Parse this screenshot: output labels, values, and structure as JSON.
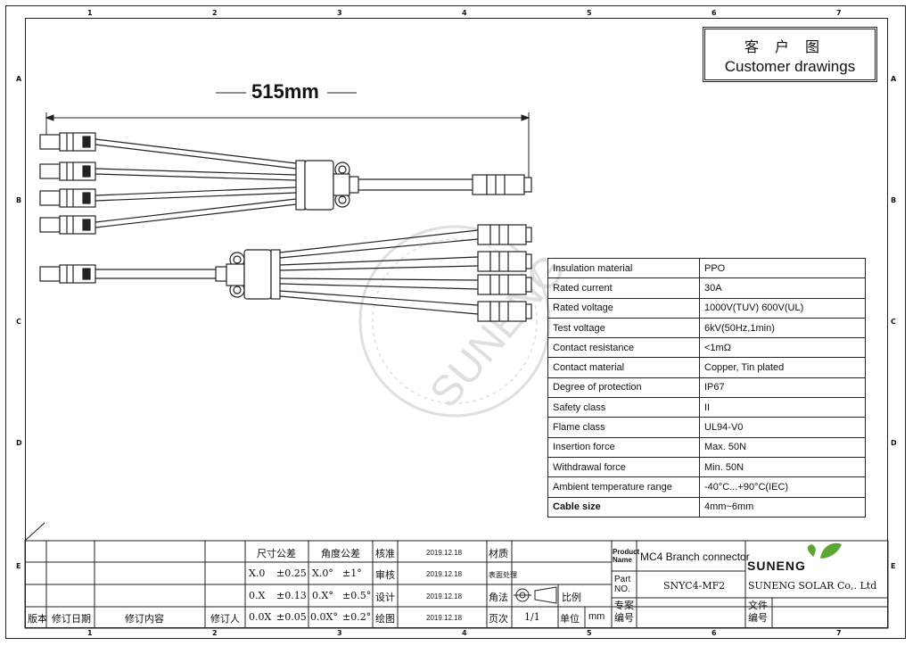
{
  "zones": {
    "columns": [
      "1",
      "2",
      "3",
      "4",
      "5",
      "6",
      "7"
    ],
    "rows": [
      "A",
      "B",
      "C",
      "D",
      "E"
    ]
  },
  "title_block": {
    "chinese": "客户图",
    "english": "Customer drawings"
  },
  "dimension": {
    "length": "515mm"
  },
  "watermark": "SUNENG",
  "specs": [
    {
      "label": "Insulation material",
      "value": "PPO"
    },
    {
      "label": "Rated current",
      "value": "30A"
    },
    {
      "label": "Rated voltage",
      "value": "1000V(TUV) 600V(UL)"
    },
    {
      "label": "Test voltage",
      "value": "6kV(50Hz,1min)"
    },
    {
      "label": "Contact resistance",
      "value": "<1mΩ"
    },
    {
      "label": "Contact material",
      "value": "Copper, Tin plated"
    },
    {
      "label": "Degree of protection",
      "value": "IP67"
    },
    {
      "label": "Safety class",
      "value": "II"
    },
    {
      "label": "Flame class",
      "value": "UL94-V0"
    },
    {
      "label": "Insertion force",
      "value": "Max. 50N"
    },
    {
      "label": "Withdrawal force",
      "value": "Min. 50N"
    },
    {
      "label": "Ambient temperature range",
      "value": "-40°C...+90°C(IEC)"
    },
    {
      "label": "Cable size",
      "value": "4mm~6mm"
    }
  ],
  "revision_block": {
    "version": "版本",
    "date": "修订日期",
    "content": "修订内容",
    "reviser": "修订人"
  },
  "tolerance": {
    "dim_header": "尺寸公差",
    "angle_header": "角度公差",
    "rows": [
      {
        "dim": "X.0",
        "dim_tol": "±0.25",
        "ang": "X.0°",
        "ang_tol": "±1°"
      },
      {
        "dim": "0.X",
        "dim_tol": "±0.13",
        "ang": "0.X°",
        "ang_tol": "±0.5°"
      },
      {
        "dim": "0.0X",
        "dim_tol": "±0.05",
        "ang": "0.0X°",
        "ang_tol": "±0.2°"
      }
    ]
  },
  "approval": [
    {
      "role": "核准",
      "date": "2019.12.18"
    },
    {
      "role": "审核",
      "date": "2019.12.18"
    },
    {
      "role": "设计",
      "date": "2019.12.18"
    },
    {
      "role": "绘图",
      "date": "2019.12.18"
    }
  ],
  "material": {
    "material_label": "材质",
    "surface_label": "表面处理",
    "projection_label": "角法",
    "scale_label": "比例",
    "page_label": "页次",
    "page_value": "1/1",
    "unit_label": "单位",
    "unit_value": "mm"
  },
  "product": {
    "name_label": "Product Name",
    "name_value": "MC4 Branch connector",
    "part_label": "Part NO.",
    "part_value": "SNYC4-MF2",
    "spec_label": "专案编号",
    "doc_label": "文件编号"
  },
  "company": {
    "logo": "SUNENG",
    "name": "SUNENG SOLAR Co,. Ltd",
    "leaf_color": "#5aa832"
  }
}
